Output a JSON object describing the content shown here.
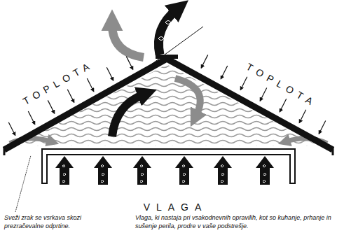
{
  "diagram": {
    "labels": [
      "TOPLOTA",
      "TOPLOTA",
      "VLAGA",
      "Sveži zrak se vsrkava skozi prezračevalne odprtine.",
      "Vlaga, ki nastaja pri vsakodnevnih opravilih, kot so kuhanje, prhanje in sušenje perila, prodre v vaše podstrešje."
    ]
  }
}
